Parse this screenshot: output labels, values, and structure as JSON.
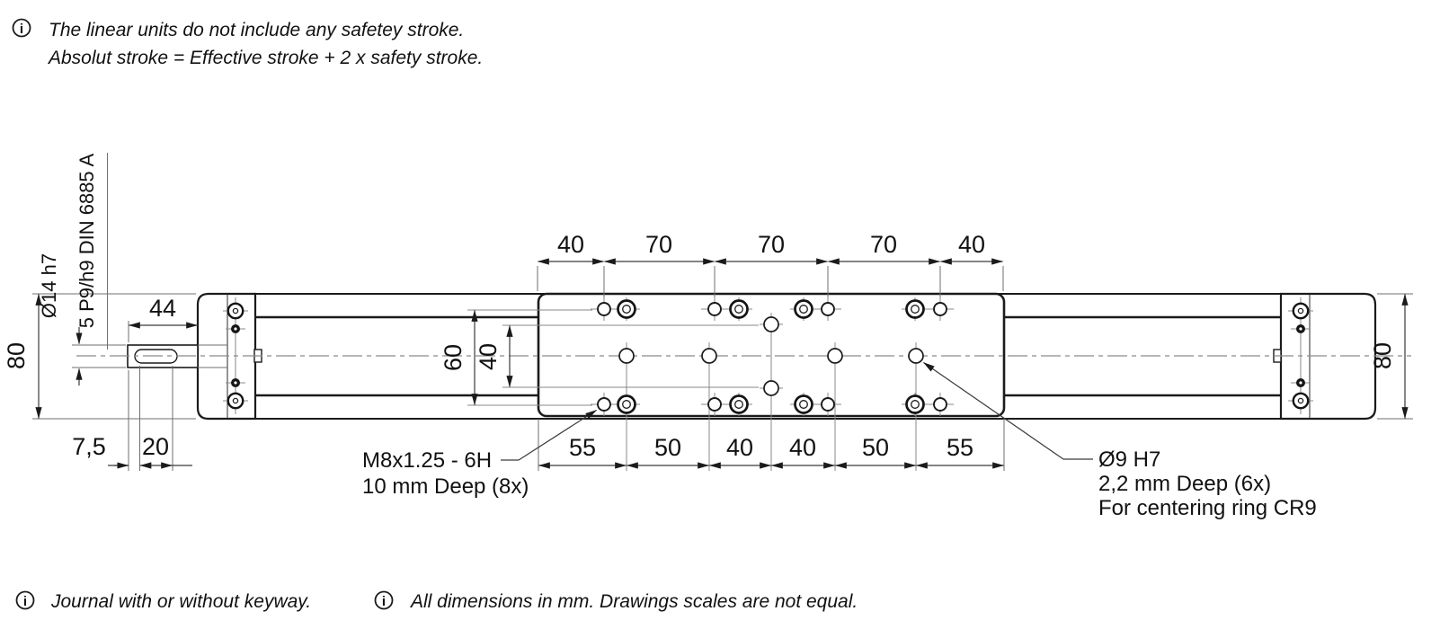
{
  "header_note": {
    "line1": "The linear units do not include any safetey stroke.",
    "line2": "Absolut stroke = Effective stroke + 2 x safety stroke."
  },
  "footer_notes": {
    "left": "Journal with or without keyway.",
    "right": "All dimensions in mm. Drawings scales are not equal."
  },
  "icon_glyph": "i",
  "dims": {
    "top_chain": [
      "40",
      "70",
      "70",
      "70",
      "40"
    ],
    "bottom_chain": [
      "55",
      "50",
      "40",
      "40",
      "50",
      "55"
    ],
    "journal_length": "44",
    "height_left": "80",
    "height_right": "80",
    "hole_row_spacing": "60",
    "centering_hole_spacing": "40",
    "journal_step": "7,5",
    "keyway_length": "20",
    "shaft_spec": "Ø14 h7",
    "keyway_spec": "5 P9/h9 DIN 6885 A"
  },
  "callouts": {
    "thread": {
      "line1": "M8x1.25 - 6H",
      "line2": "10 mm Deep (8x)"
    },
    "centering": {
      "line1": "Ø9 H7",
      "line2": "2,2 mm Deep (6x)",
      "line3": "For centering ring CR9"
    }
  },
  "colors": {
    "outline": "#1b1b1b",
    "dimension": "#3a3a3a",
    "centerline": "#8a8a8a",
    "background": "#ffffff"
  }
}
